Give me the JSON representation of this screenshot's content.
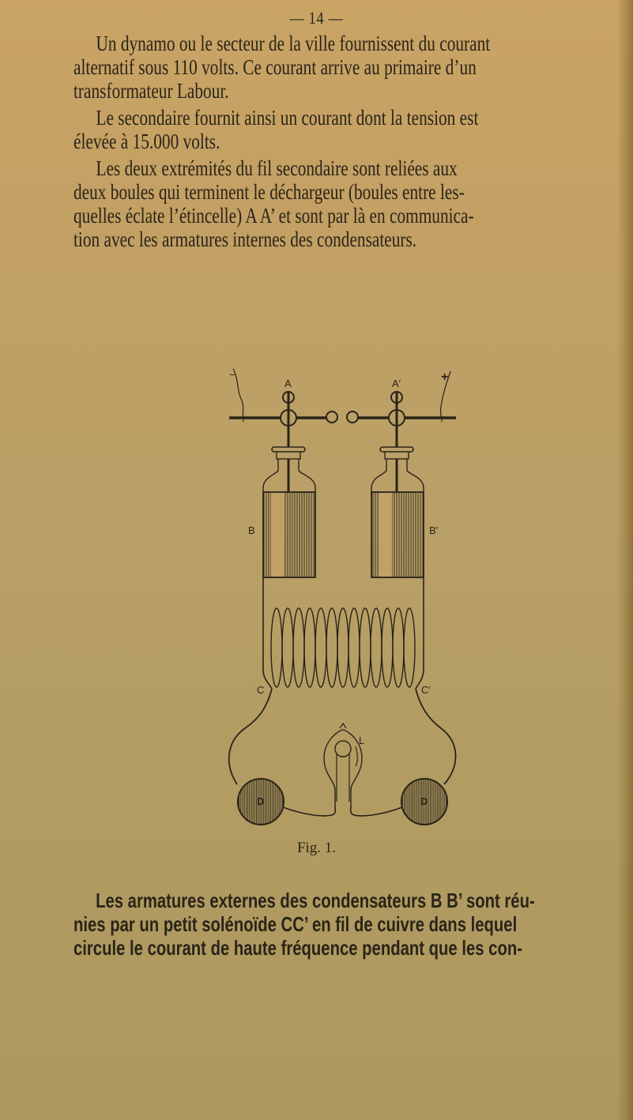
{
  "page": {
    "page_number": "— 14 —",
    "background_color": "#c3a064",
    "text_color": "#2a2418"
  },
  "paragraphs": [
    {
      "lines": [
        "Un dynamo ou le secteur de la ville fournissent du courant",
        "alternatif sous 110 volts. Ce courant arrive au primaire d’un",
        "transformateur Labour."
      ]
    },
    {
      "lines": [
        "Le secondaire fournit ainsi un courant dont la tension est",
        "élevée à 15.000 volts."
      ]
    },
    {
      "lines": [
        "Les deux extrémités du fil secondaire sont reliées aux",
        "deux boules qui terminent le déchargeur (boules entre les-",
        "quelles éclate l’étincelle) A A’ et sont par là en communica-",
        "tion avec les armatures internes des condensateurs."
      ]
    },
    {
      "lines": [
        "Les armatures externes des condensateurs B B’ sont réu-",
        "nies par un petit solénoïde CC’ en fil de cuivre dans lequel",
        "circule le courant de haute fréquence pendant que les con-"
      ]
    }
  ],
  "figure": {
    "caption": "Fig. 1.",
    "labels": {
      "minus": "−",
      "plus": "+",
      "A": "A",
      "A_prime": "A′",
      "B": "B",
      "B_prime": "B′",
      "C": "C",
      "C_prime": "C′",
      "L": "L",
      "D_left": "D",
      "D_right": "D"
    },
    "line_color": "#2a2418"
  }
}
